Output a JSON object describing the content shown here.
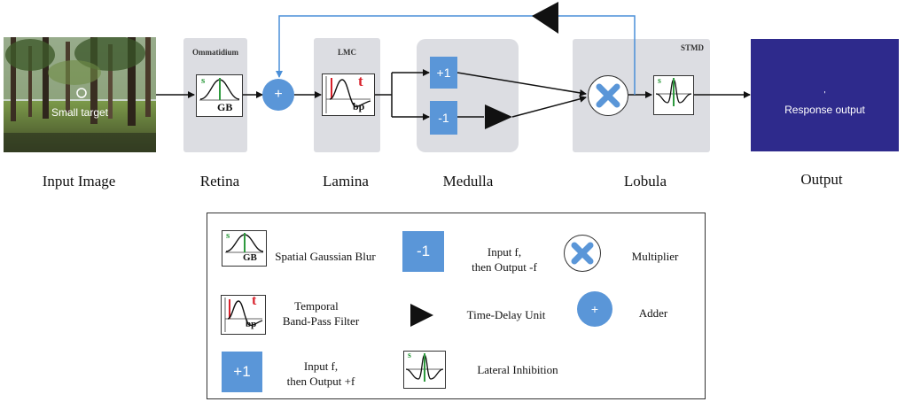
{
  "colors": {
    "panel": "#dcdde2",
    "blue": "#5a96d8",
    "feedback_line": "#4a8fd8",
    "output_box": "#2e2a8c",
    "green": "#2e9a3e",
    "red": "#d8202a"
  },
  "input": {
    "image_caption": "Small target",
    "label": "Input Image"
  },
  "retina": {
    "panel_title": "Ommatidium",
    "gb_symbol": "s",
    "gb_label": "GB",
    "label": "Retina"
  },
  "adder_symbol": "+",
  "lamina": {
    "panel_title": "LMC",
    "t_symbol": "t",
    "bp_label": "bp",
    "label": "Lamina"
  },
  "medulla": {
    "plus_one": "+1",
    "minus_one": "-1",
    "label": "Medulla"
  },
  "lobula": {
    "panel_title": "STMD",
    "li_symbol": "s",
    "label": "Lobula"
  },
  "output": {
    "dot": "'",
    "text": "Response output",
    "label": "Output"
  },
  "legend": {
    "gb_symbol": "s",
    "gb_label": "GB",
    "gb_text": "Spatial Gaussian Blur",
    "minus_one": "-1",
    "minus_text_1": "Input f,",
    "minus_text_2": "then Output -f",
    "multiplier_text": "Multiplier",
    "bp_t": "t",
    "bp_label": "bp",
    "bp_text_1": "Temporal",
    "bp_text_2": "Band-Pass Filter",
    "delay_text": "Time-Delay Unit",
    "adder_symbol": "+",
    "adder_text": "Adder",
    "plus_one": "+1",
    "plus_text_1": "Input f,",
    "plus_text_2": "then Output +f",
    "li_symbol": "s",
    "li_text": "Lateral Inhibition"
  }
}
